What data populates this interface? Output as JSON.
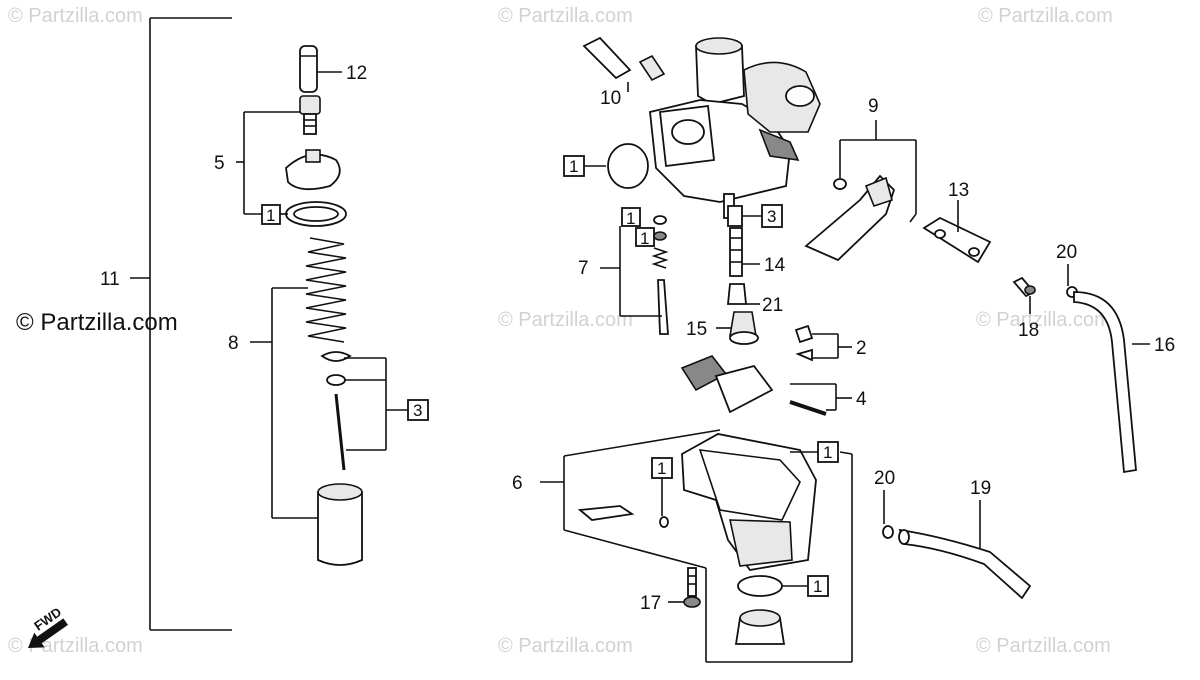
{
  "watermark": "© Partzilla.com",
  "watermark_main": "© Partzilla.com",
  "fwd_label": "FWD",
  "callouts": {
    "c11": "11",
    "c12": "12",
    "c5": "5",
    "c1a": "1",
    "c8": "8",
    "c3a": "3",
    "c10": "10",
    "c1b": "1",
    "c1c": "1",
    "c1d": "1",
    "c7": "7",
    "c3b": "3",
    "c14": "14",
    "c21": "21",
    "c15": "15",
    "c2": "2",
    "c4": "4",
    "c9": "9",
    "c13": "13",
    "c18": "18",
    "c20a": "20",
    "c16": "16",
    "c6": "6",
    "c1e": "1",
    "c1f": "1",
    "c1g": "1",
    "c17": "17",
    "c20b": "20",
    "c19": "19"
  }
}
